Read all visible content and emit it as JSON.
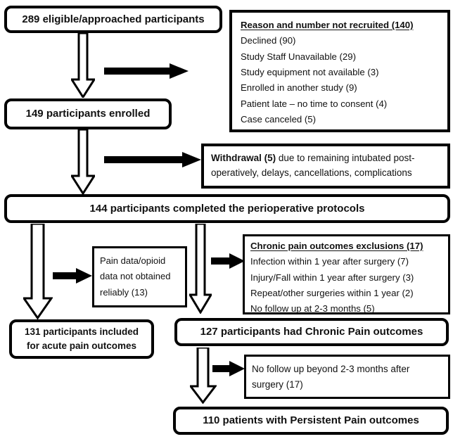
{
  "figure": {
    "type": "participant-flow-diagram",
    "nodes": {
      "eligible": "289 eligible/approached participants",
      "enrolled": "149 participants enrolled",
      "completed": "144 participants completed the perioperative protocols",
      "acute": "131 participants included\nfor acute pain outcomes",
      "acute_line1": "131 participants included",
      "acute_line2": "for acute pain outcomes",
      "chronic": "127 participants had Chronic Pain outcomes",
      "persistent": "110 patients with Persistent Pain outcomes"
    },
    "not_recruited_panel": {
      "heading": "Reason and number not recruited (140)",
      "items": [
        "Declined (90)",
        "Study Staff Unavailable (29)",
        "Study equipment not available (3)",
        "Enrolled in another study (9)",
        "Patient late – no time to consent (4)",
        "Case canceled (5)"
      ]
    },
    "withdrawal_panel": {
      "lead": "Withdrawal (5)",
      "rest": " due to remaining intubated post-operatively, delays, cancellations, complications"
    },
    "pain_data_panel": {
      "line1": "Pain data/opioid",
      "line2": "data not obtained",
      "line3": "reliably (13)"
    },
    "chronic_exclusions_panel": {
      "heading": "Chronic pain outcomes exclusions (17)",
      "items": [
        "Infection within 1 year after surgery (7)",
        "Injury/Fall within 1 year after surgery (3)",
        "Repeat/other surgeries within 1 year (2)",
        "No follow up at 2-3 months (5)"
      ]
    },
    "no_followup_panel": {
      "line1": "No follow up beyond 2-3 months after",
      "line2": "surgery (17)"
    }
  },
  "style": {
    "stroke": "#000000",
    "background": "#ffffff",
    "text": "#111111"
  }
}
